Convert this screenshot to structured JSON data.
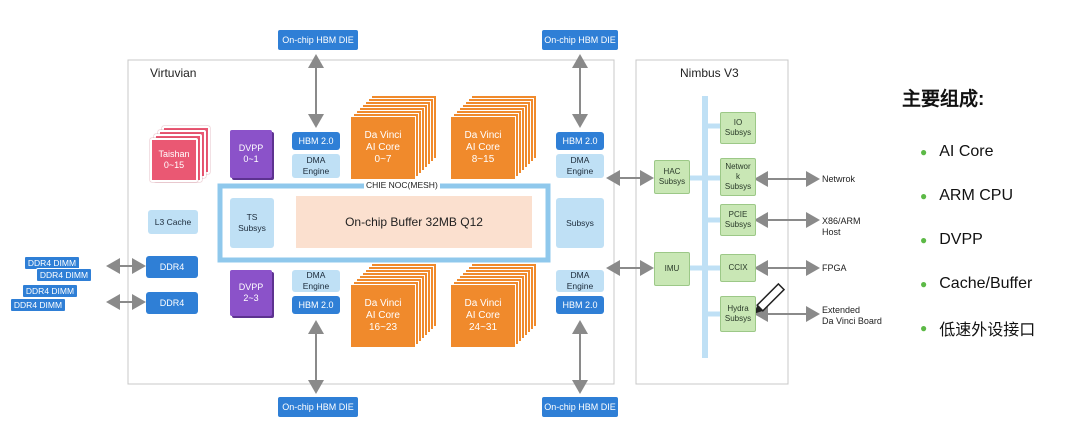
{
  "virtuvian": {
    "title": "Virtuvian",
    "hbm_die_label": "On-chip HBM DIE",
    "hbm_label": "HBM 2.0",
    "dma_label": "DMA\nEngine",
    "taishan": "Taishan\n0~15",
    "dvpp_top": "DVPP\n0~1",
    "dvpp_bottom": "DVPP\n2~3",
    "l3_cache": "L3 Cache",
    "ddr": "DDR4",
    "ddr_dimm": "DDR4 DIMM",
    "ts": "TS\nSubsys",
    "noc": "CHIE NOC(MESH)",
    "buffer": "On-chip Buffer 32MB Q12",
    "subsys": "Subsys",
    "cores": [
      "Da Vinci\nAI Core\n0~7",
      "Da Vinci\nAI Core\n8~15",
      "Da Vinci\nAI Core\n16~23",
      "Da Vinci\nAI Core\n24~31"
    ]
  },
  "nimbus": {
    "title": "Nimbus V3",
    "hac": "HAC\nSubsys",
    "imu": "IMU",
    "io": "IO\nSubsys",
    "network": "Networ\nk\nSubsys",
    "pcie": "PCIE\nSubsys",
    "ccix": "CCIX",
    "hydra": "Hydra\nSubsys"
  },
  "external": {
    "network": "Netwrok",
    "host": "X86/ARM\nHost",
    "fpga": "FPGA",
    "board": "Extended\nDa Vinci Board"
  },
  "summary": {
    "title": "主要组成:",
    "items": [
      "AI Core",
      "ARM CPU",
      "DVPP",
      "Cache/Buffer",
      "低速外设接口"
    ]
  },
  "colors": {
    "orange": "#f08a2c",
    "blue": "#2f7fd6",
    "noc_blue": "#8fc8ec",
    "green_bullet": "#5cb946",
    "pink": "#ea5873",
    "purple": "#8b52c9"
  }
}
